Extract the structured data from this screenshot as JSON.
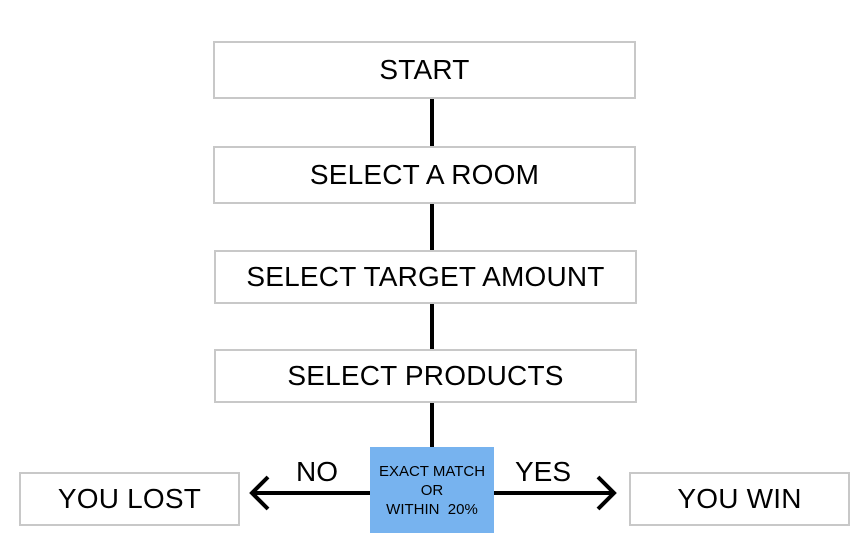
{
  "steps": {
    "start": "START",
    "select_room": "SELECT A ROOM",
    "select_target": "SELECT TARGET AMOUNT",
    "select_products": "SELECT PRODUCTS"
  },
  "decision": {
    "line1": "EXACT MATCH",
    "line2": "OR",
    "line3": "WITHIN  20%"
  },
  "branches": {
    "no_label": "NO",
    "yes_label": "YES"
  },
  "outcomes": {
    "lost": "YOU LOST",
    "win": "YOU WIN"
  },
  "colors": {
    "decision_fill": "#77b3ef",
    "box_border": "#c8c8c8",
    "connector": "#000000"
  }
}
